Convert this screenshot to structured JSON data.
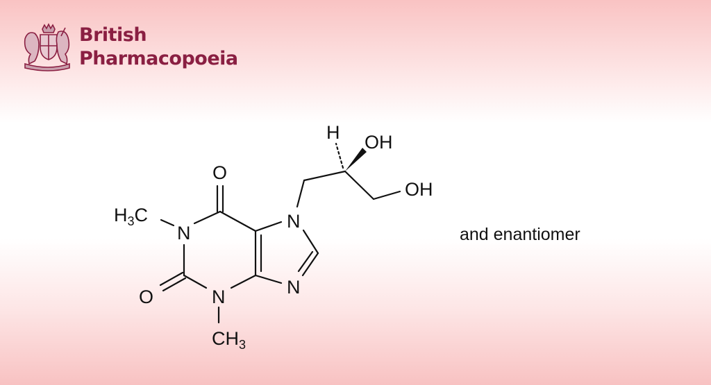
{
  "logo": {
    "line1": "British",
    "line2": "Pharmacopoeia",
    "brand_color": "#8a1f42",
    "emblem": "royal-coat-of-arms"
  },
  "structure": {
    "atoms": {
      "h": "H",
      "oh_top": "OH",
      "oh_right": "OH",
      "o6": "O",
      "o2": "O",
      "n1": "N",
      "n3": "N",
      "n7": "N",
      "n9": "N",
      "h3c_main": "H",
      "h3c_sub": "3",
      "h3c_c": "C",
      "ch3_main": "CH",
      "ch3_sub": "3"
    },
    "annotation": "and enantiomer"
  }
}
